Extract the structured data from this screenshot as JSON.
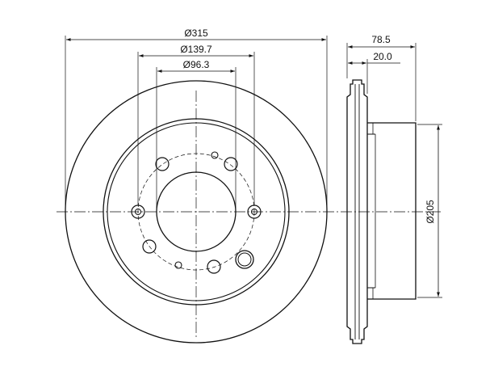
{
  "dimensions": {
    "outer_diameter": "Ø315",
    "bolt_circle": "Ø139.7",
    "center_bore": "Ø96.3",
    "total_height": "78.5",
    "disc_thickness": "20.0",
    "hat_diameter": "Ø205"
  },
  "colors": {
    "line": "#111111",
    "background": "#ffffff"
  }
}
